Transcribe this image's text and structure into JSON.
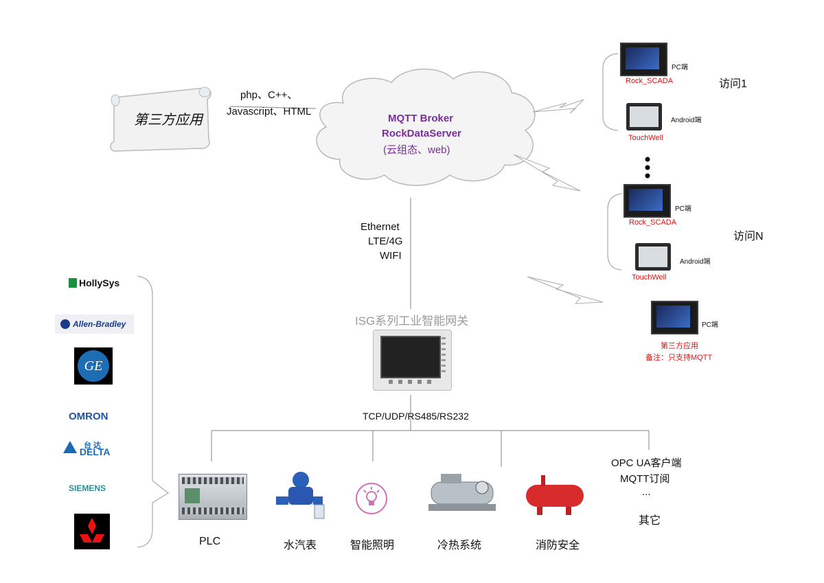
{
  "scroll_app": {
    "label": "第三方应用"
  },
  "languages": {
    "line1": "php、C++、",
    "line2": "Javascript、HTML"
  },
  "cloud": {
    "line1": "MQTT Broker",
    "line2": "RockDataServer",
    "line3": "(云组态、web)"
  },
  "network": {
    "line1": "Ethernet",
    "line2": "LTE/4G",
    "line3": "WIFI"
  },
  "gateway": {
    "title": "ISG系列工业智能网关"
  },
  "protocols": {
    "label": "TCP/UDP/RS485/RS232"
  },
  "devices": [
    {
      "label": "PLC",
      "icon": "plc-icon"
    },
    {
      "label": "水汽表",
      "icon": "water-meter-icon"
    },
    {
      "label": "智能照明",
      "icon": "bulb-icon"
    },
    {
      "label": "冷热系统",
      "icon": "chiller-icon"
    },
    {
      "label": "消防安全",
      "icon": "fire-tank-icon"
    }
  ],
  "other": {
    "line1": "OPC UA客户端",
    "line2": "MQTT订阅",
    "line3": "...",
    "line4": "其它"
  },
  "brands": [
    "HollySys",
    "Allen-Bradley",
    "GE",
    "OMRON",
    "DELTA",
    "SIEMENS",
    "MITSUBISHI"
  ],
  "brand_texts": {
    "hollysys": "HollySys",
    "ab": "Allen-Bradley",
    "omron": "OMRON",
    "delta_cn": "台 达",
    "delta": "DELTA",
    "siemens": "SIEMENS"
  },
  "access1": {
    "label": "访问1",
    "pc_label": "PC端",
    "pc_name": "Rock_SCADA",
    "android_label": "Android端",
    "android_name": "TouchWell"
  },
  "accessN": {
    "label": "访问N",
    "pc_label": "PC端",
    "pc_name": "Rock_SCADA",
    "android_label": "Android端",
    "android_name": "TouchWell"
  },
  "third_party_client": {
    "pc_label": "PC端",
    "name": "第三方应用",
    "note": "备注：只支持MQTT"
  },
  "colors": {
    "purple": "#7a2e9c",
    "red": "#e01010",
    "line": "#999999"
  }
}
